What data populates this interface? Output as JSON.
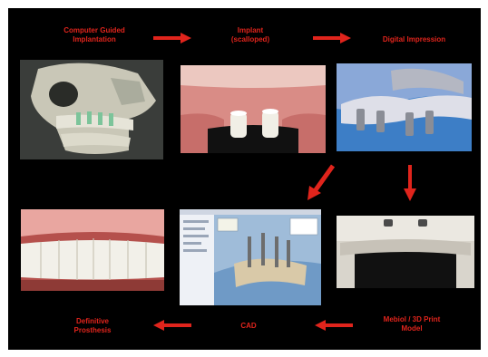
{
  "steps": {
    "guided": {
      "line1": "Computer Guided",
      "line2": "Implantation"
    },
    "implant": {
      "line1": "Implant",
      "line2": "(scalloped)"
    },
    "digital": {
      "line1": "Digital Impression"
    },
    "definitive": {
      "line1": "Definitive",
      "line2": "Prosthesis"
    },
    "cad": {
      "line1": "CAD"
    },
    "model": {
      "line1": "Mebiol / 3D Print",
      "line2": "Model"
    }
  },
  "colors": {
    "accent": "#e0241c",
    "background": "#000000"
  }
}
